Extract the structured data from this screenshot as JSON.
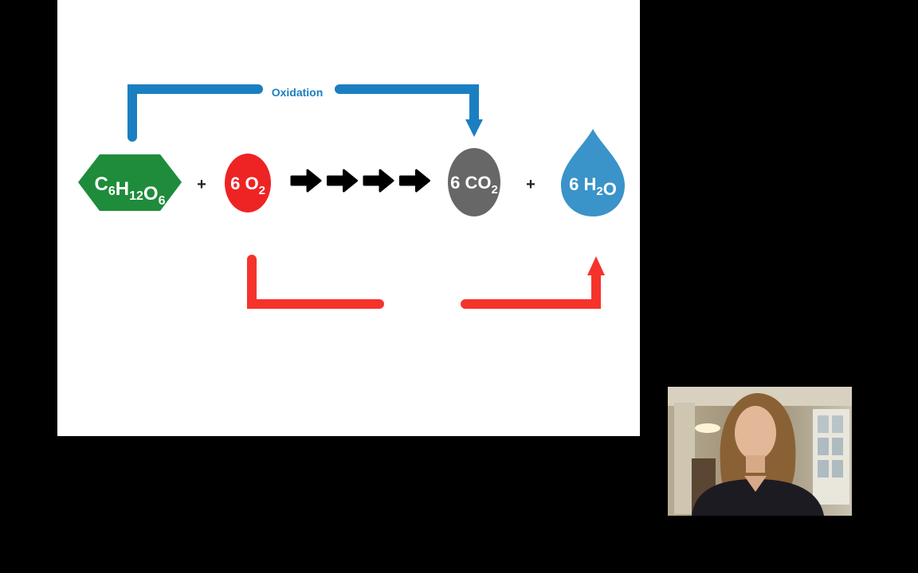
{
  "slide": {
    "oxidation_label": "Oxidation",
    "colors": {
      "oxidation": "#1a7fc1",
      "reduction": "#f5332b",
      "glucose": "#1e8c3a",
      "oxygen": "#ee2424",
      "co2": "#676767",
      "water": "#3a93c9",
      "step_arrow": "#000000"
    },
    "equation": {
      "glucose": {
        "parts": [
          {
            "t": "C",
            "sub": "6"
          },
          {
            "t": "H",
            "sub": "12"
          },
          {
            "t": "O",
            "sub": "6"
          }
        ]
      },
      "plus_1": "+",
      "oxygen": {
        "coef": "6",
        "parts": [
          {
            "t": "O",
            "sub": "2"
          }
        ]
      },
      "step_arrows": 4,
      "co2": {
        "coef": "6",
        "parts": [
          {
            "t": "CO",
            "sub": "2"
          }
        ]
      },
      "plus_2": "+",
      "water": {
        "coef": "6",
        "parts": [
          {
            "t": "H",
            "sub": "2"
          },
          {
            "t": "O",
            "sub": ""
          }
        ]
      }
    }
  },
  "webcam": {
    "icon": "presenter-video"
  }
}
